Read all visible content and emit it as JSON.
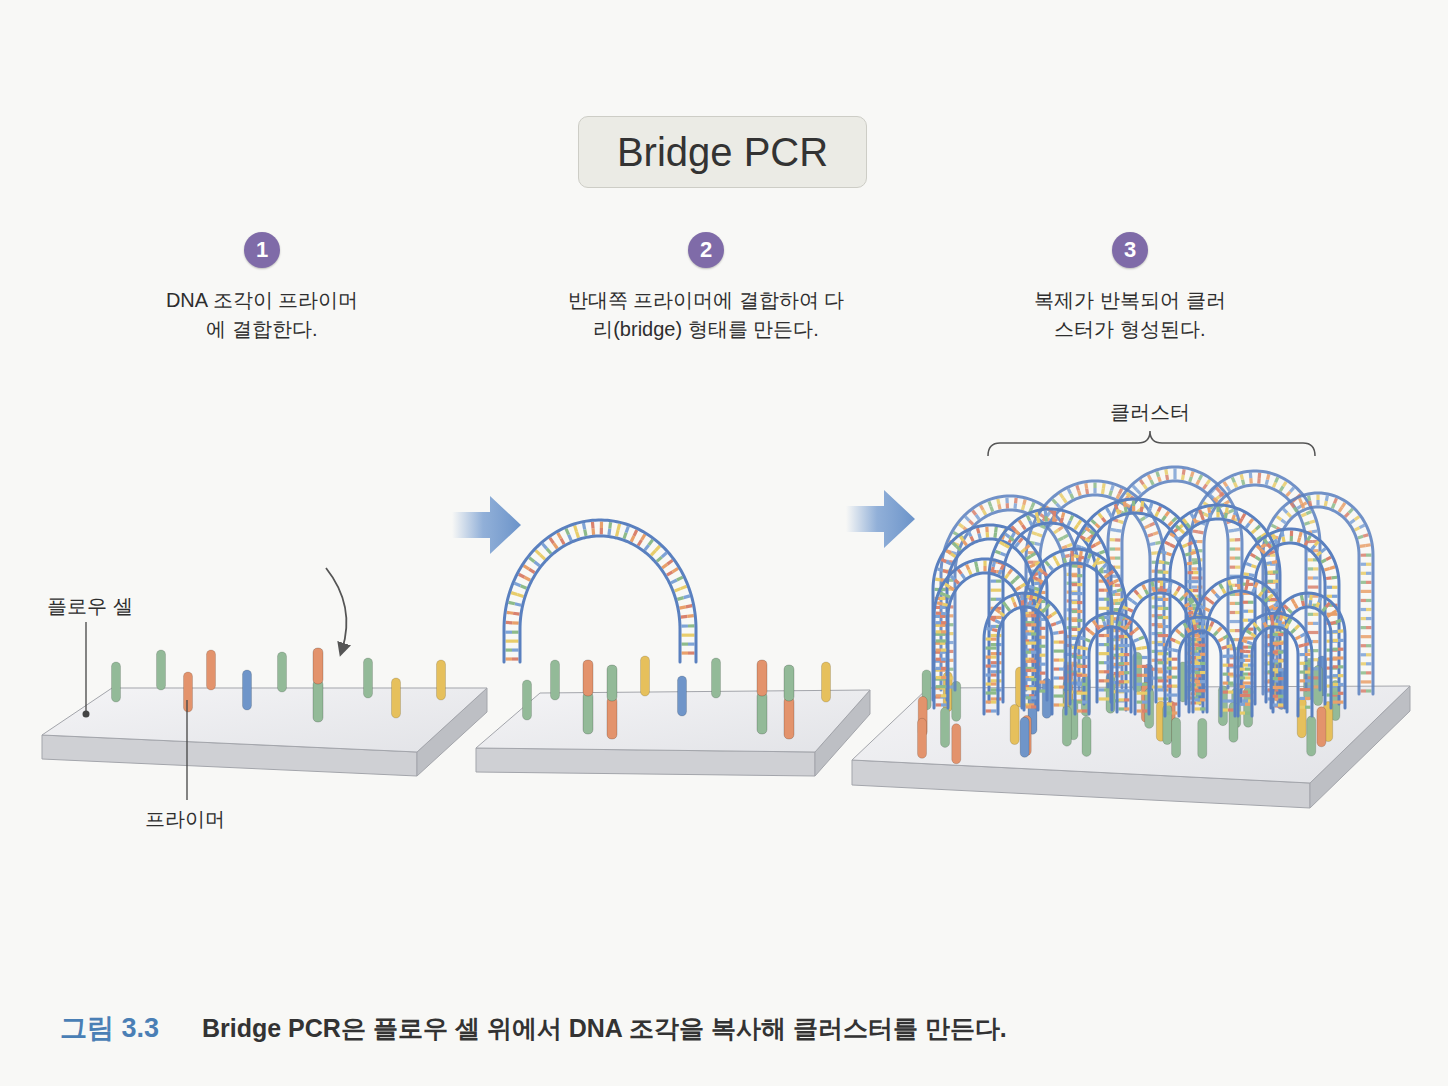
{
  "diagram": {
    "title": "Bridge PCR",
    "caption": "Bridge PCR은 플로우 셀 위에서 DNA 조각을 복사해 클러스터를 만든다.",
    "nodes": [
      {
        "text": [
          "1"
        ]
      },
      {
        "text": [
          "2"
        ]
      },
      {
        "text": [
          "3"
        ]
      }
    ],
    "labels": [
      "DNA 조각이 프라이머에 결합한다.",
      "반대쪽 프라이머에 결합하여 다리(bridge) 형태를 만든다.",
      "복제가 반복되어 클러스터가 형성된다.",
      "클러스터",
      "플로우 셀",
      "프라이머",
      "그림 3.3"
    ]
  }
}
